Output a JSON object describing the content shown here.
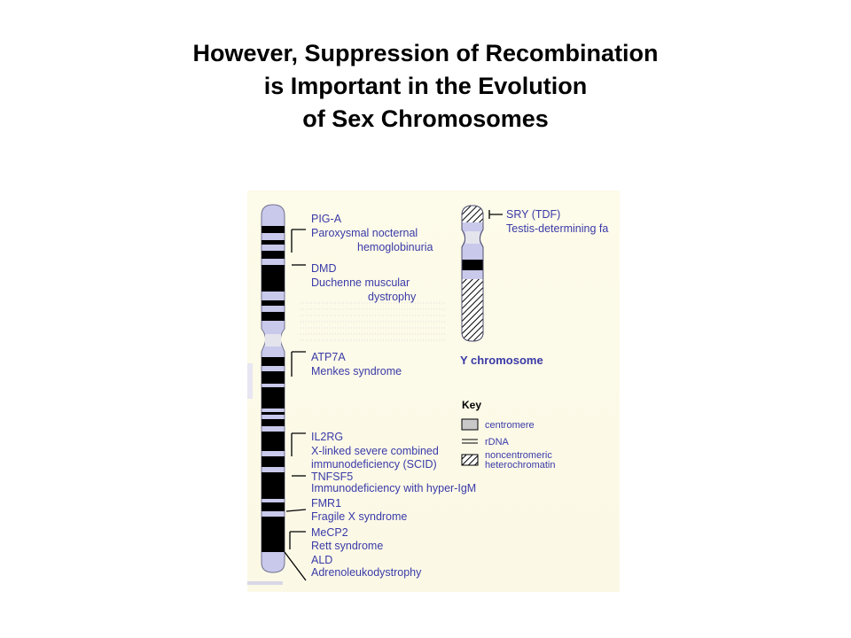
{
  "title": {
    "line1": "However, Suppression of Recombination",
    "line2": "is Important in the Evolution",
    "line3": "of Sex Chromosomes"
  },
  "x_chromosome": {
    "genes": [
      {
        "symbol": "PIG-A",
        "disease": "Paroxysmal nocternal",
        "disease2": "hemoglobinuria"
      },
      {
        "symbol": "DMD",
        "disease": "Duchenne muscular",
        "disease2": "dystrophy"
      },
      {
        "symbol": "ATP7A",
        "disease": "Menkes syndrome"
      },
      {
        "symbol": "IL2RG",
        "disease": "X-linked severe combined",
        "disease2": "immunodeficiency (SCID)"
      },
      {
        "symbol": "TNFSF5",
        "disease": "Immunodeficiency with hyper-IgM"
      },
      {
        "symbol": "FMR1",
        "disease": "Fragile X syndrome"
      },
      {
        "symbol": "MeCP2",
        "disease": "Rett syndrome"
      },
      {
        "symbol": "ALD",
        "disease": "Adrenoleukodystrophy"
      }
    ]
  },
  "y_chromosome": {
    "label": "Y chromosome",
    "genes": [
      {
        "symbol": "SRY (TDF)",
        "disease": "Testis-determining fa"
      }
    ]
  },
  "key": {
    "title": "Key",
    "items": [
      {
        "label": "centromere",
        "swatch": "centromere"
      },
      {
        "label": "rDNA",
        "swatch": "rdna"
      },
      {
        "label": "noncentromeric",
        "label2": "heterochromatin",
        "swatch": "heterochromatin"
      }
    ]
  },
  "colors": {
    "label_text": "#3a3aa8",
    "band_dark": "#000000",
    "band_light": "#c9c9ec",
    "figure_bg": "#fcfae8"
  }
}
